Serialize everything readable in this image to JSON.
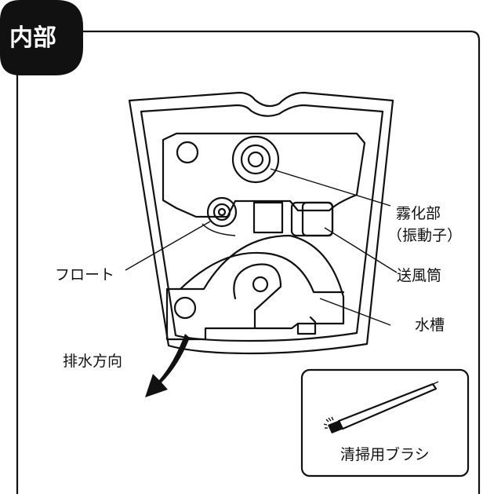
{
  "badge": {
    "label": "内部"
  },
  "labels": {
    "atomizer_line1": "霧化部",
    "atomizer_line2": "（振動子）",
    "float": "フロート",
    "air_duct": "送風筒",
    "water_tank": "水槽",
    "drain_direction": "排水方向",
    "brush": "清掃用ブラシ"
  },
  "colors": {
    "ink": "#111111",
    "background": "#ffffff"
  },
  "icons": {
    "drain_arrow": "arrow-down-left-icon",
    "brush": "cleaning-brush-icon"
  }
}
